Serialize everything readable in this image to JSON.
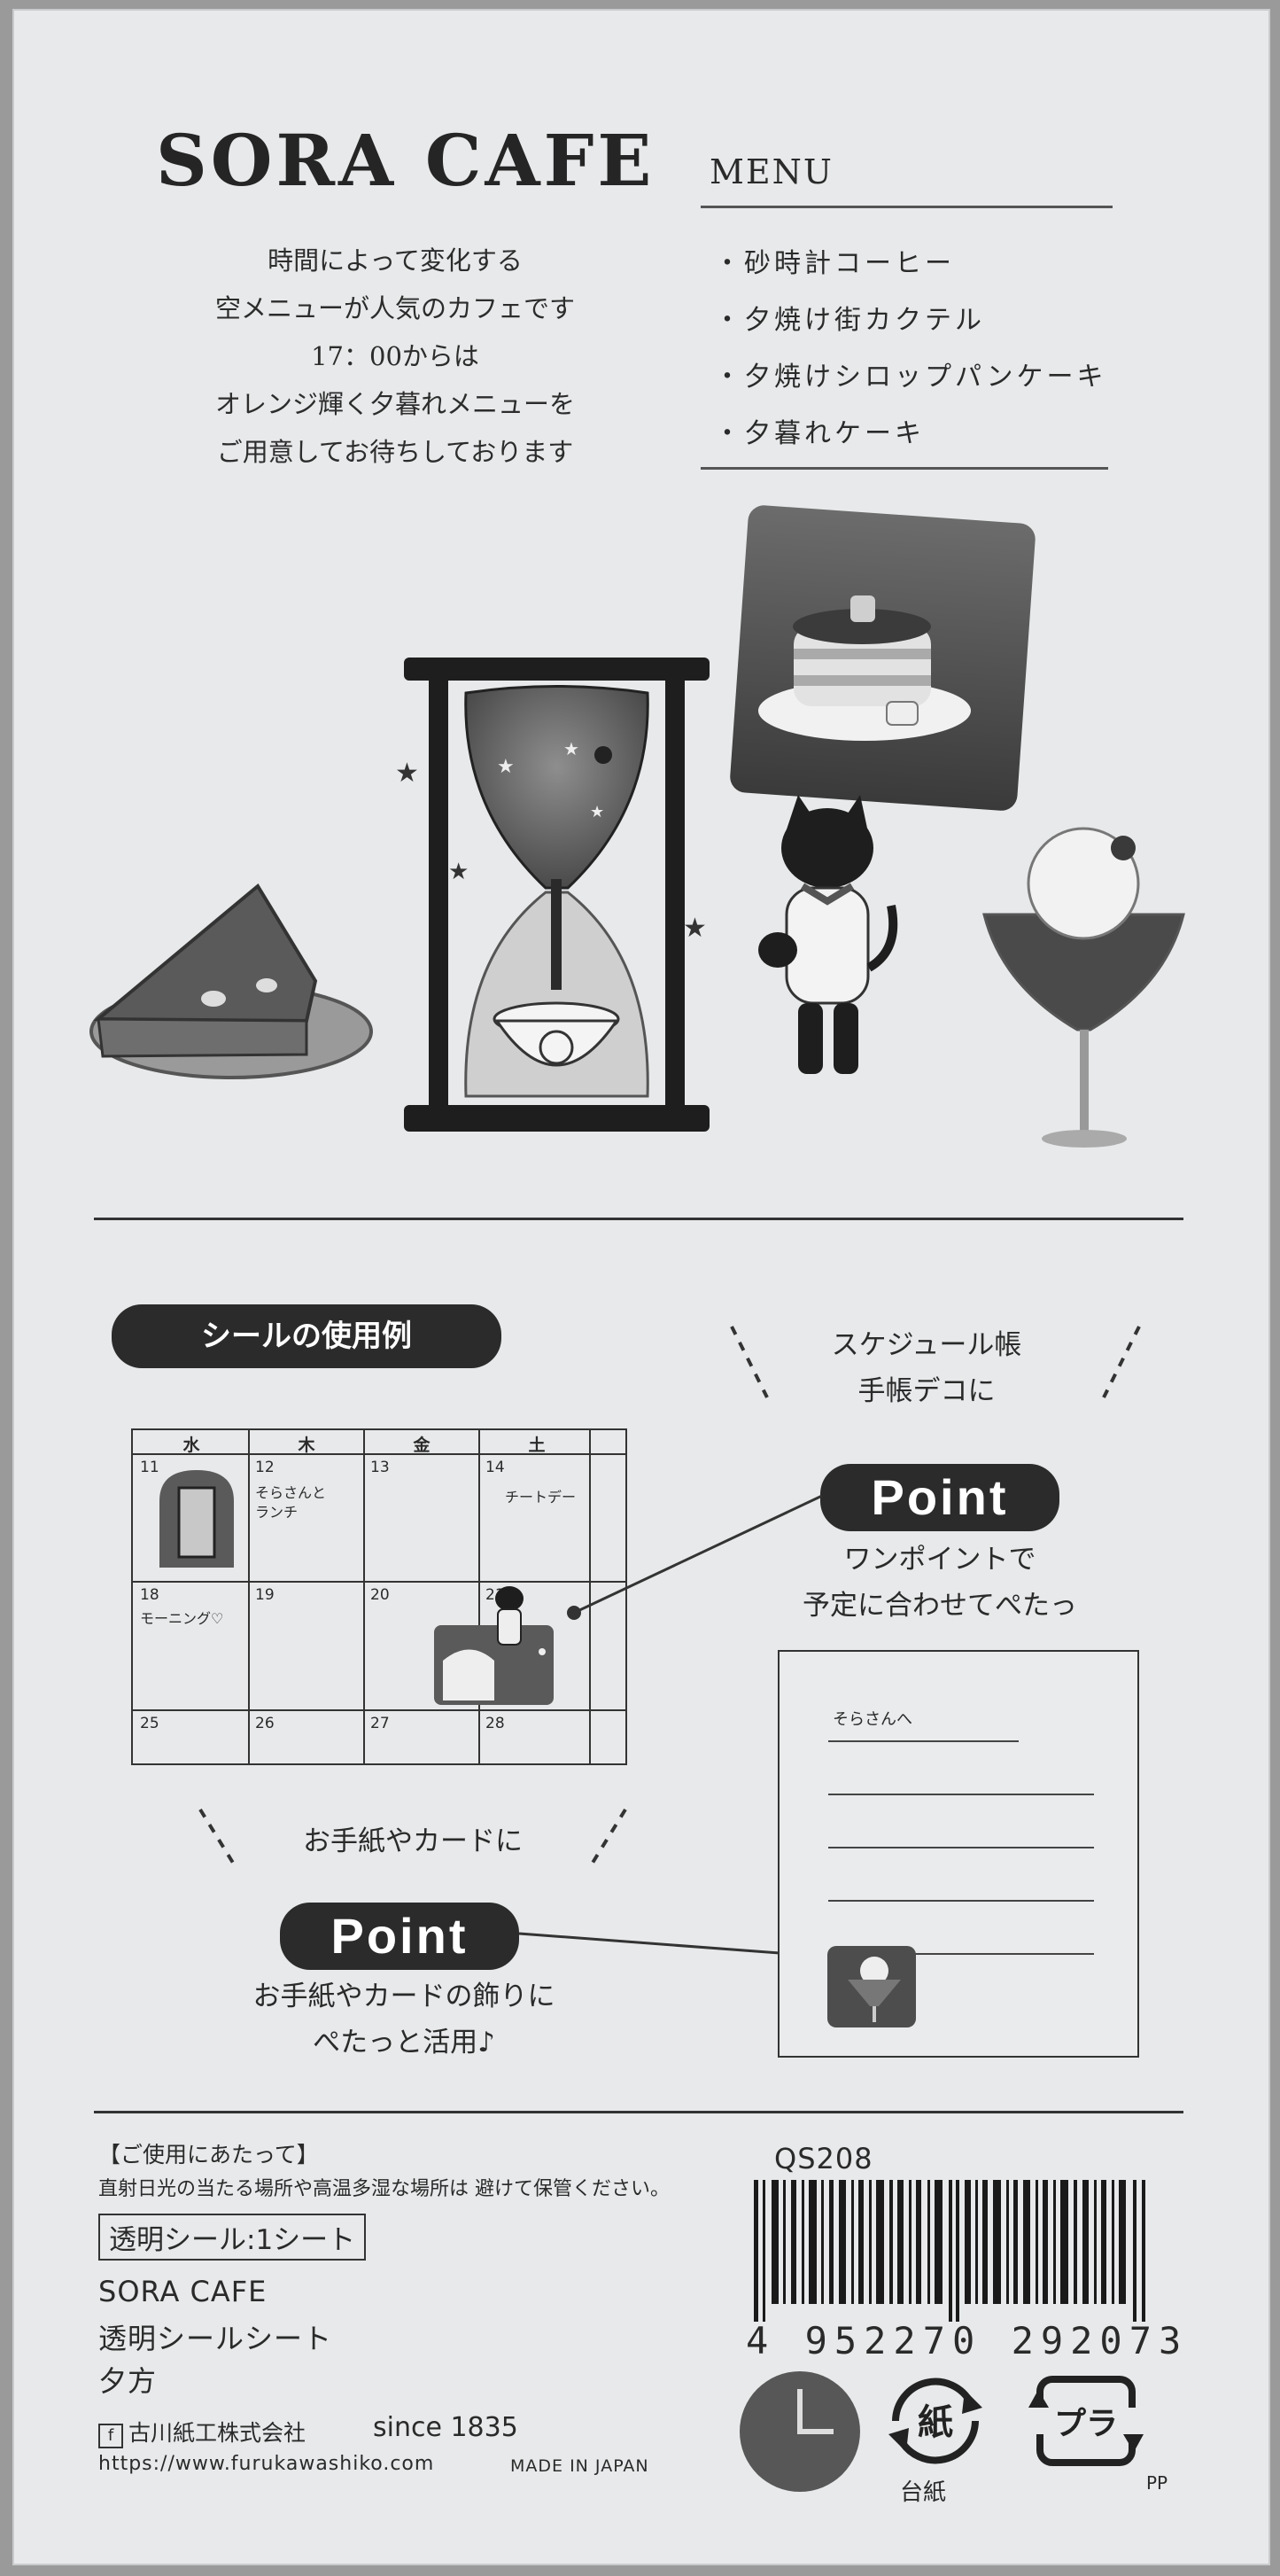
{
  "header": {
    "logo": "SORA CAFE",
    "intro_lines": [
      "時間によって変化する",
      "空メニューが人気のカフェです",
      "17：00からは",
      "オレンジ輝く夕暮れメニューを",
      "ご用意してお待ちしております"
    ]
  },
  "menu": {
    "title": "MENU",
    "items": [
      "・砂時計コーヒー",
      "・夕焼け街カクテル",
      "・夕焼けシロップパンケーキ",
      "・夕暮れケーキ"
    ]
  },
  "usage": {
    "title": "シールの使用例",
    "schedule_caption": [
      "スケジュール帳",
      "手帳デコに"
    ],
    "point_label": "Point",
    "point1_caption": [
      "ワンポイントで",
      "予定に合わせてぺたっ"
    ],
    "letter_caption": "お手紙やカードに",
    "point2_caption": [
      "お手紙やカードの飾りに",
      "ぺたっと活用♪"
    ],
    "calendar": {
      "headers": [
        "水",
        "木",
        "金",
        "土"
      ],
      "rows": [
        [
          "11",
          "12",
          "13",
          "14"
        ],
        [
          "18",
          "19",
          "20",
          "21"
        ],
        [
          "25",
          "26",
          "27",
          "28"
        ]
      ],
      "notes": {
        "d12": "そらさんと\nランチ",
        "d14": "チートデー",
        "d18": "モーニング♡"
      }
    },
    "letter_to": "そらさんへ"
  },
  "footer": {
    "note_heading": "【ご使用にあたって】",
    "note_text": "直射日光の当たる場所や高温多湿な場所は 避けて保管ください。",
    "spec_box": "透明シール:1シート",
    "product_lines": [
      "SORA CAFE",
      "透明シールシート",
      "夕方"
    ],
    "brand": "古川紙工株式会社",
    "since": "since 1835",
    "url": "https://www.furukawashiko.com",
    "made_in": "MADE IN JAPAN",
    "product_code": "QS208",
    "barcode_number": "4 952270 292073",
    "recycle_paper_label": "台紙",
    "recycle_plastic_label": "PP",
    "recycle_paper_mark": "紙",
    "recycle_plastic_mark": "プラ"
  }
}
